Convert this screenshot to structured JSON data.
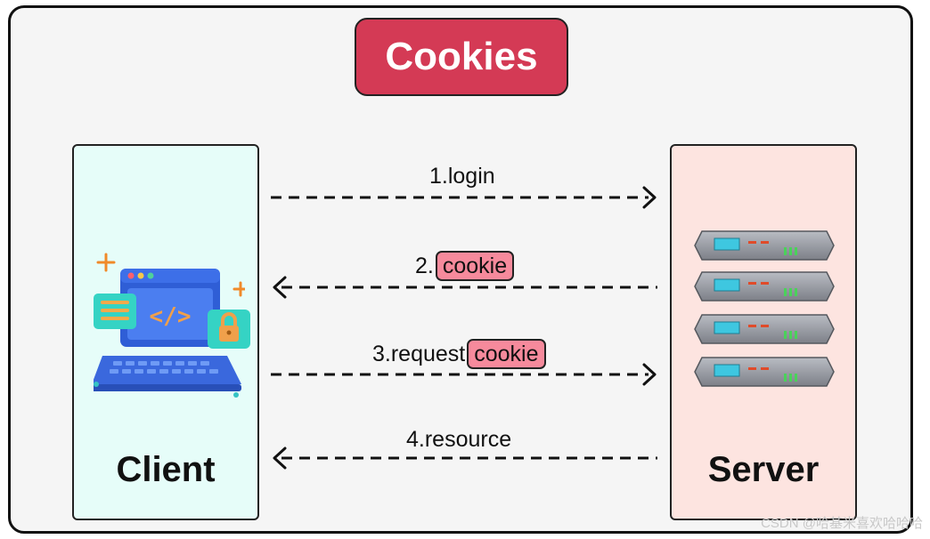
{
  "title": "Cookies",
  "client": {
    "label": "Client"
  },
  "server": {
    "label": "Server"
  },
  "steps": [
    {
      "label": "1.login",
      "tag": ""
    },
    {
      "label": "2.",
      "tag": "cookie"
    },
    {
      "label": "3.request",
      "tag": "cookie"
    },
    {
      "label": "4.resource",
      "tag": ""
    }
  ],
  "watermark": "CSDN @哈基米喜欢哈哈哈",
  "colors": {
    "title_bg": "#d43a55",
    "client_bg": "#e6fdf9",
    "server_bg": "#fde4e0",
    "cookie_tag": "#f68a9c"
  },
  "icons": [
    "laptop-code-icon",
    "padlock-icon",
    "server-rack-icon"
  ]
}
